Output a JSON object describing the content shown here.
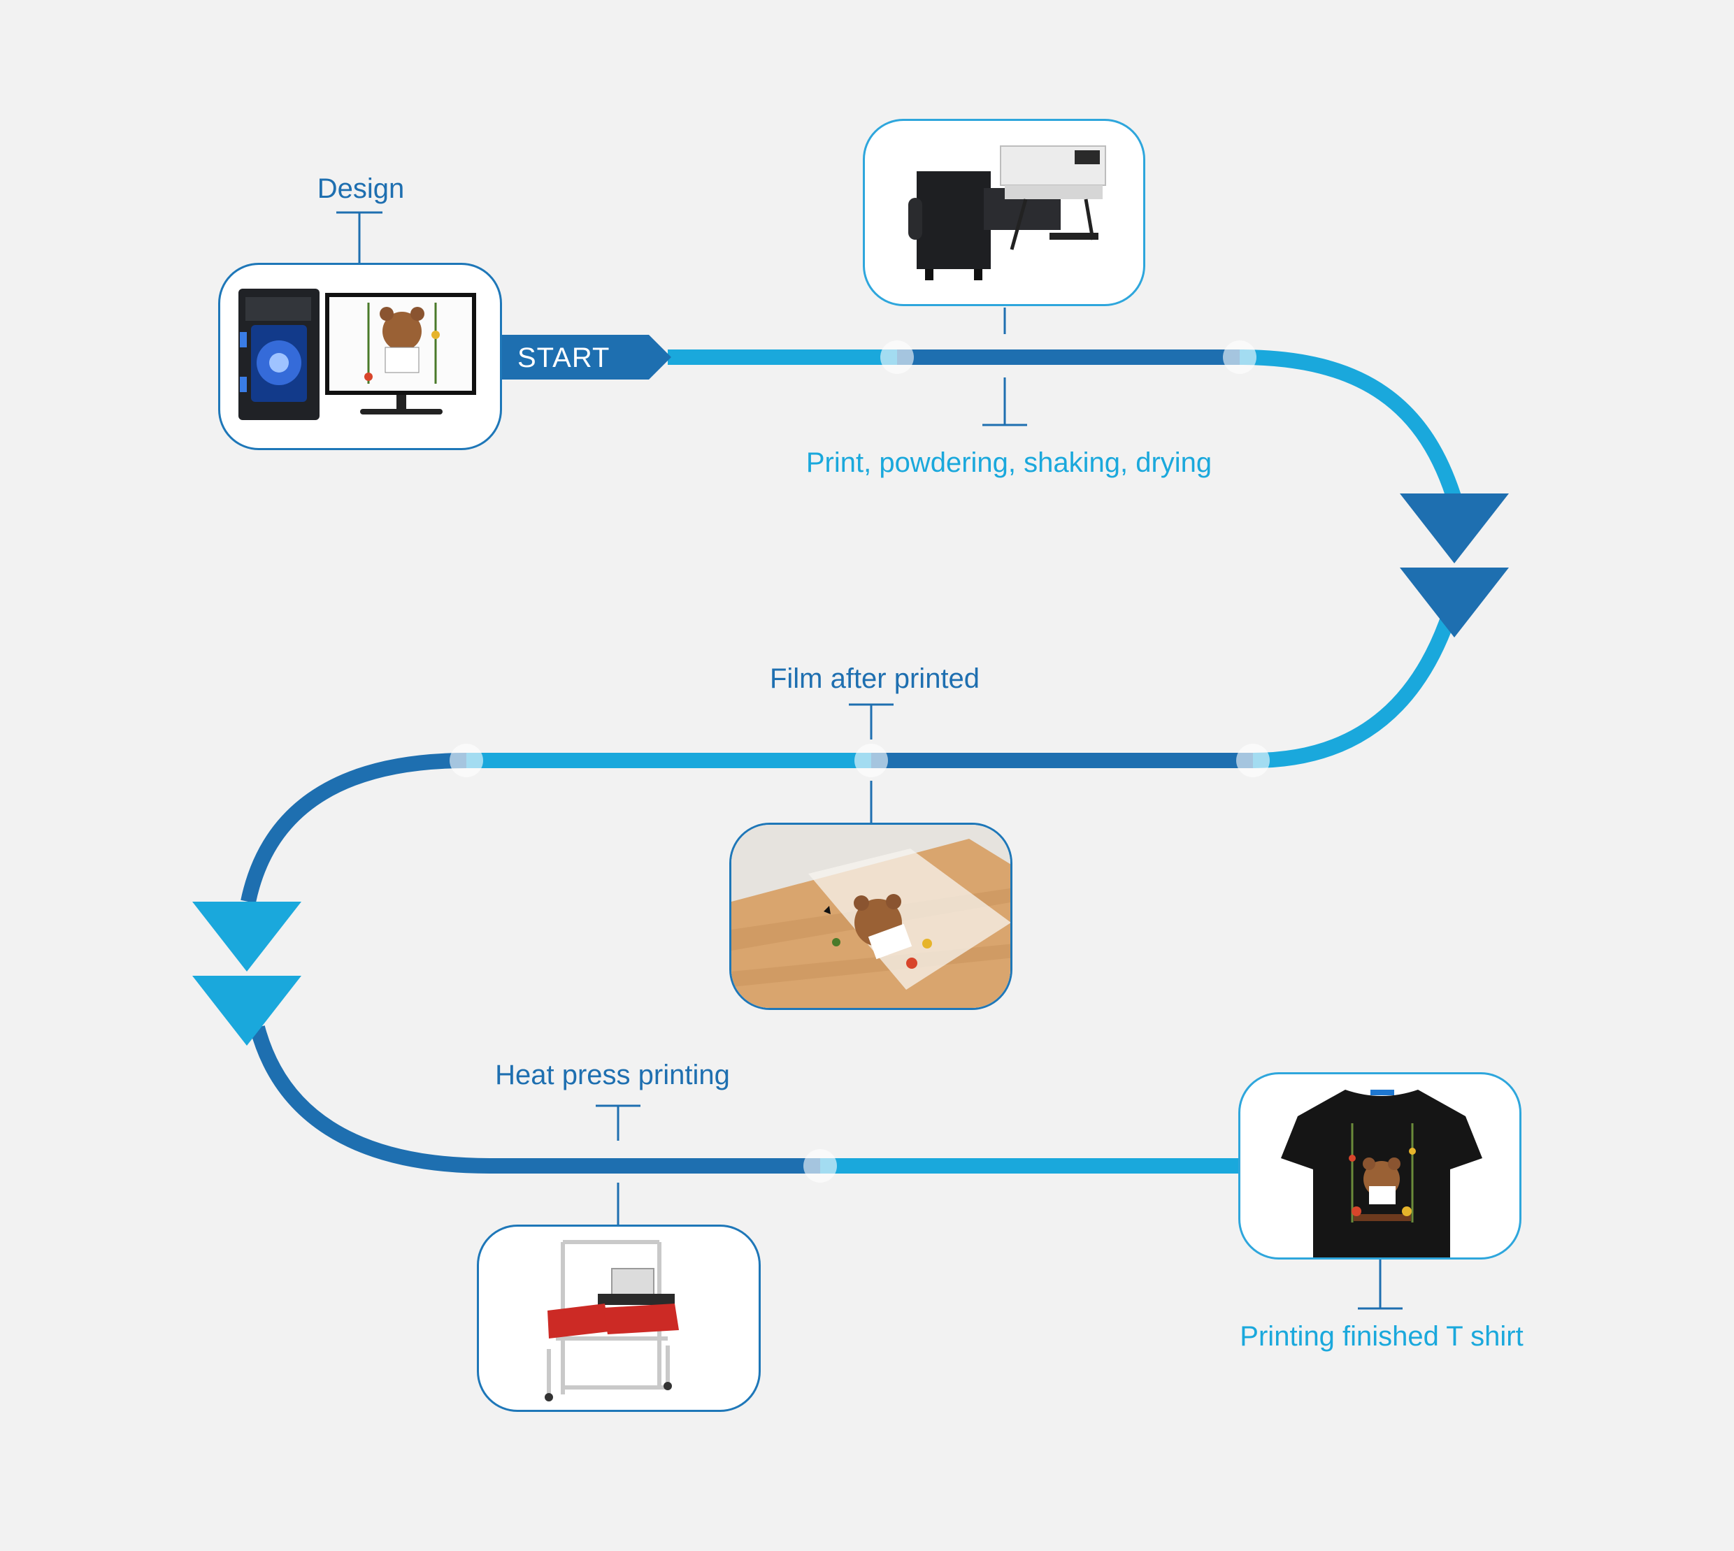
{
  "start_label": "START",
  "steps": {
    "design": "Design",
    "print": "Print, powdering, shaking, drying",
    "film": "Film after printed",
    "heat_press": "Heat press printing",
    "finished": "Printing finished T shirt"
  },
  "colors": {
    "background": "#f2f2f2",
    "dark_blue": "#1e6fb0",
    "light_blue": "#1aa8dc"
  },
  "icons": {
    "design": "computer-monitor-icon",
    "print": "dtf-printer-icon",
    "film": "printed-film-icon",
    "heat_press": "heat-press-machine-icon",
    "finished": "t-shirt-icon"
  }
}
